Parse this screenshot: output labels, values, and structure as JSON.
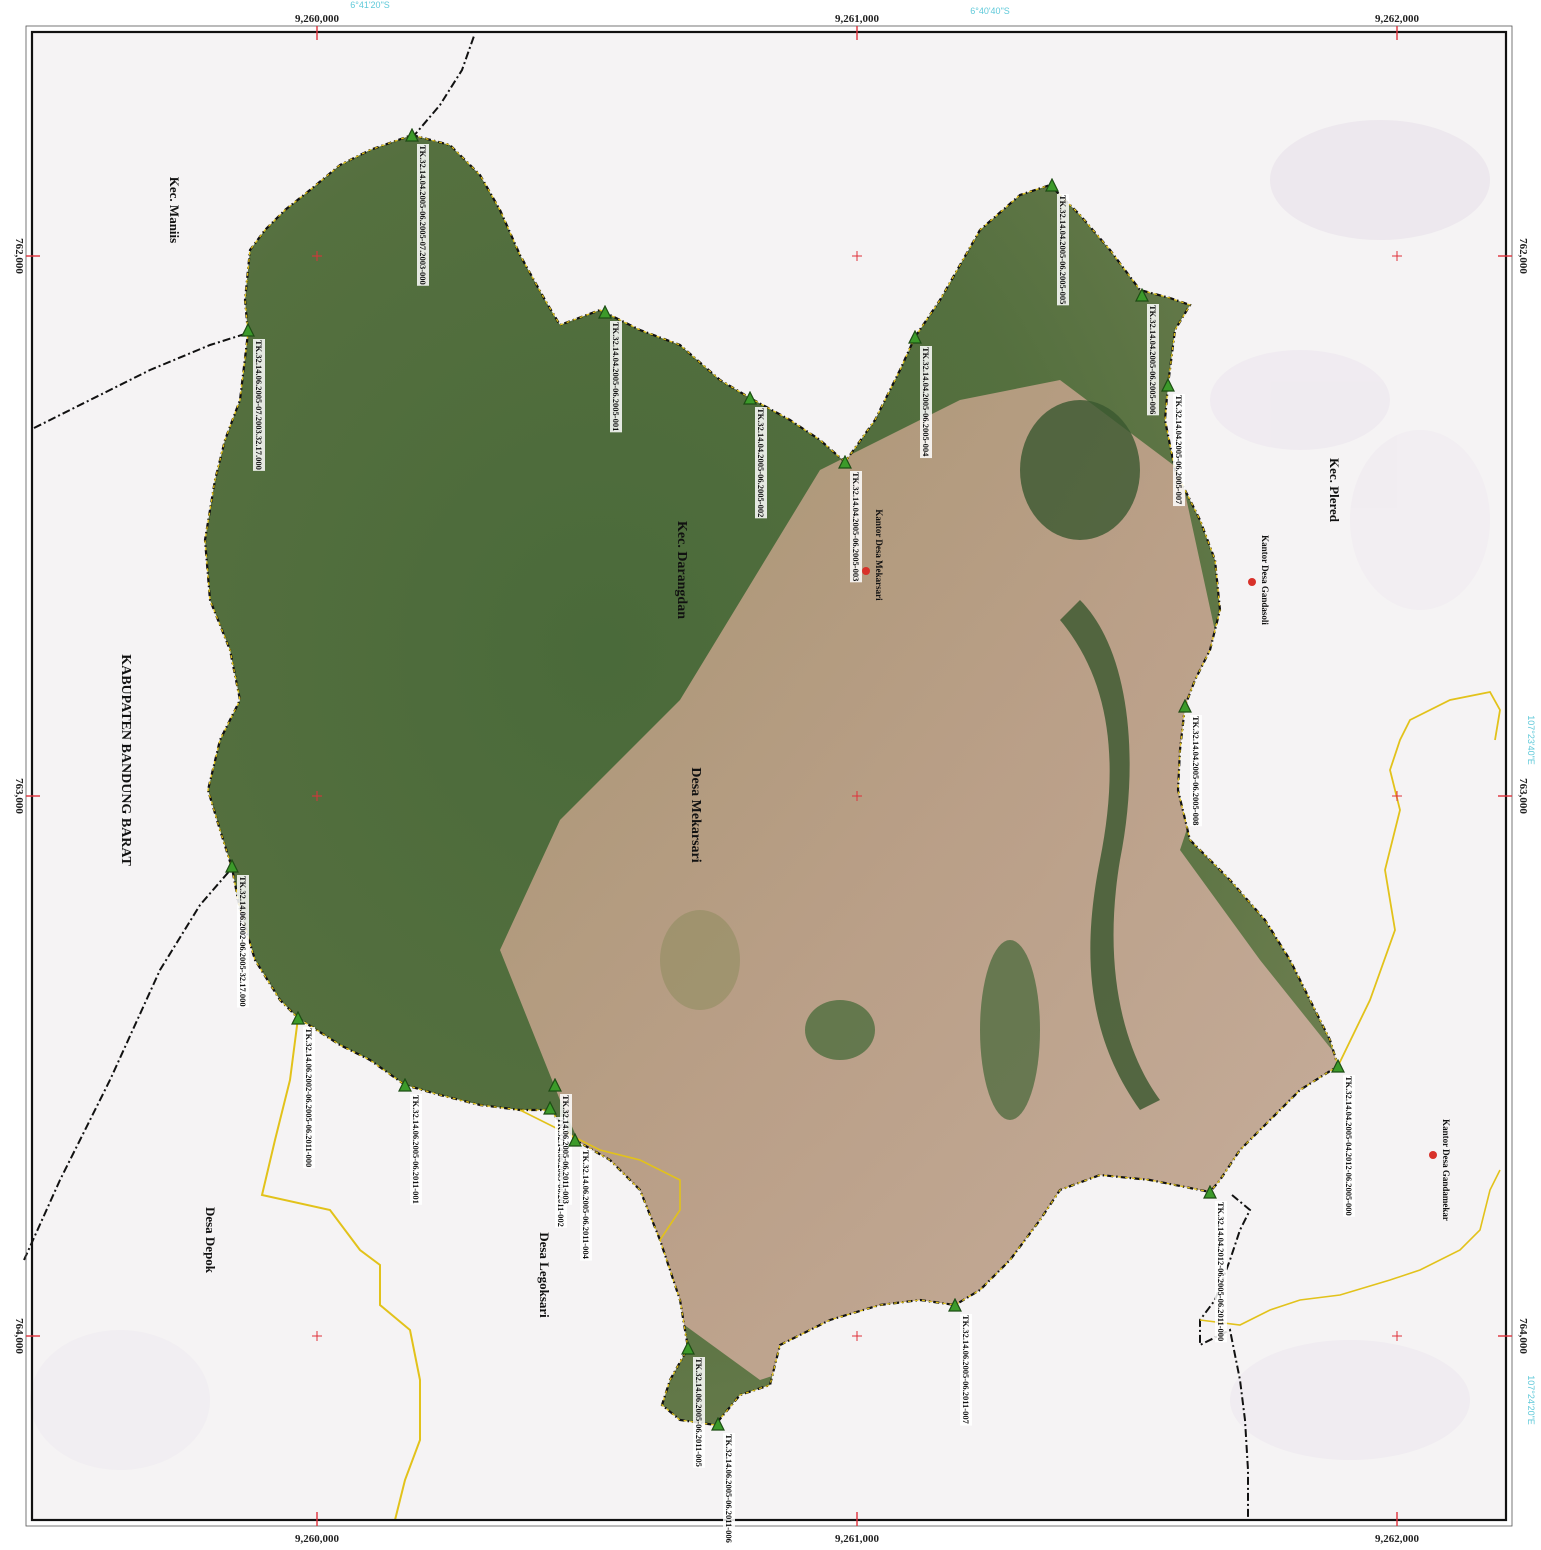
{
  "map": {
    "colors": {
      "boundary_admin": "#111111",
      "boundary_village": "#e2c21a",
      "benchmark": "#3c9a2a",
      "office": "#d8312a",
      "grid_tick": "#e0303a",
      "vegetation_dark": "#3d5a33",
      "vegetation_mid": "#6a7d4c",
      "settlement": "#c9a993",
      "outer_bg": "#f4f2f3"
    },
    "grid_top": [
      "9,260,000",
      "9,261,000",
      "9,262,000"
    ],
    "grid_bottom": [
      "9,260,000",
      "9,261,000",
      "9,262,000"
    ],
    "grid_left": [
      "762,000",
      "763,000",
      "764,000"
    ],
    "grid_right": [
      "762,000",
      "763,000",
      "764,000"
    ],
    "graticule": [
      "6°41'20\"S",
      "6°40'40\"S",
      "107°23'40\"E",
      "107°24'20\"E"
    ],
    "places": {
      "kec_maniis": "Kec. Maniis",
      "kab_bandung_barat": "KABUPATEN BANDUNG BARAT",
      "kec_darangdan": "Kec. Darangdan",
      "desa_mekarsari": "Desa Mekarsari",
      "kec_plered": "Kec. Plered",
      "desa_depok": "Desa Depok",
      "desa_legoksari": "Desa Legoksari"
    },
    "offices": {
      "mekarsari": "Kantor Desa Mekarsari",
      "gandasoli": "Kantor Desa Gandasoli",
      "gandamekar": "Kantor Desa Gandamekar"
    },
    "benchmarks": [
      "TK.32.14.04.2005-06.2005-07.2003-000",
      "TK.32.14.06.2005-07.2003.32.17.000",
      "TK.32.14.04.2005-06.2005-001",
      "TK.32.14.04.2005-06.2005-002",
      "TK.32.14.04.2005-06.2005-003",
      "TK.32.14.04.2005-06.2005-004",
      "TK.32.14.04.2005-06.2005-005",
      "TK.32.14.04.2005-06.2005-006",
      "TK.32.14.04.2005-06.2005-007",
      "TK.32.14.04.2005-06.2005-008",
      "TK.32.14.06.2002-06.2005-32.17.000",
      "TK.32.14.06.2002-06.2005-06.2011-000",
      "TK.32.14.06.2005-06.2011-001",
      "TK.32.14.06.2005-06.2011-002",
      "TK.32.14.06.2005-06.2011-003",
      "TK.32.14.06.2005-06.2011-004",
      "TK.32.14.06.2005-06.2011-005",
      "TK.32.14.06.2005-06.2011-006",
      "TK.32.14.06.2005-06.2011-007",
      "TK.32.14.04.2012-06.2005-06.2011-000",
      "TK.32.14.04.2005-04.2012-06.2005-000"
    ]
  }
}
